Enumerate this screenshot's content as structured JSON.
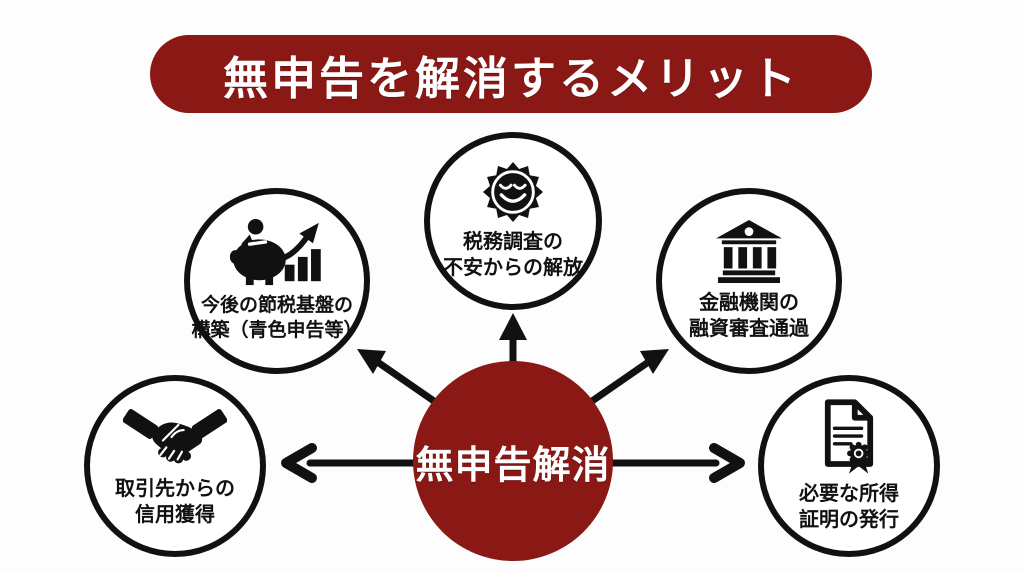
{
  "title": "無申告を解消するメリット",
  "center": {
    "label": "無申告解消"
  },
  "nodes": {
    "tax_audit": {
      "icon": "smiling-sun-icon",
      "line1": "税務調査の",
      "line2": "不安からの解放"
    },
    "tax_saving": {
      "icon": "piggy-bank-growth-icon",
      "line1": "今後の節税基盤の",
      "line2": "構築（青色申告等）"
    },
    "bank_loan": {
      "icon": "bank-building-icon",
      "line1": "金融機関の",
      "line2": "融資審査通過"
    },
    "client_trust": {
      "icon": "handshake-icon",
      "line1": "取引先からの",
      "line2": "信用獲得"
    },
    "income_proof": {
      "icon": "certificate-icon",
      "line1": "必要な所得",
      "line2": "証明の発行"
    }
  },
  "colors": {
    "accent_red": "#8a1916",
    "outline_black": "#111111",
    "background": "#fdfdfd"
  }
}
